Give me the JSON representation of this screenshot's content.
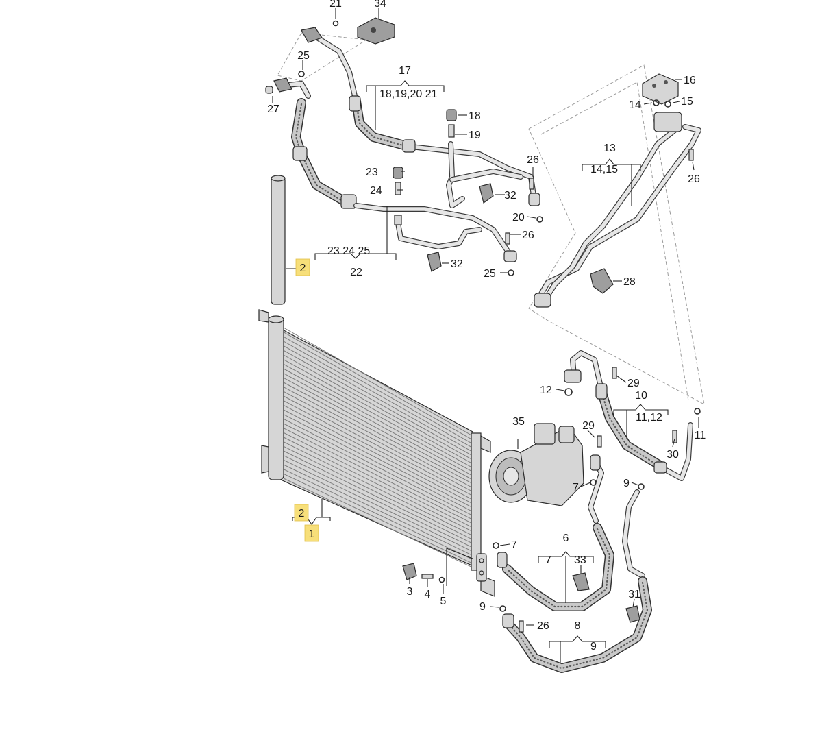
{
  "labels": {
    "p1": "1",
    "p2a": "2",
    "p2b": "2",
    "p3": "3",
    "p4": "4",
    "p5": "5",
    "p6": "6",
    "p6_sub7": "7",
    "p6_sub33": "33",
    "p7a": "7",
    "p7b": "7",
    "p8": "8",
    "p8_sub9": "9",
    "p9a": "9",
    "p9b": "9",
    "p10": "10",
    "p10_sub": "11,12",
    "p11": "11",
    "p12": "12",
    "p13": "13",
    "p13_sub": "14,15",
    "p14": "14",
    "p15": "15",
    "p16": "16",
    "p17": "17",
    "p17_sub": "18,19,20  21",
    "p18": "18",
    "p19": "19",
    "p20": "20",
    "p21": "21",
    "p22": "22",
    "p22_sub": "23 24 25",
    "p23": "23",
    "p24": "24",
    "p25a": "25",
    "p25b": "25",
    "p26a": "26",
    "p26b": "26",
    "p26c": "26",
    "p26d": "26",
    "p27": "27",
    "p28": "28",
    "p29a": "29",
    "p29b": "29",
    "p30": "30",
    "p31": "31",
    "p32a": "32",
    "p32b": "32",
    "p34": "34",
    "p35": "35"
  },
  "highlight_color": "#f7df7a"
}
